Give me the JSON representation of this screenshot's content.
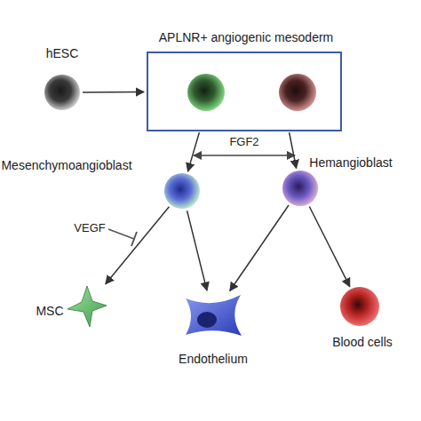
{
  "diagram": {
    "nodes": [
      {
        "text": [
          "hESC"
        ]
      },
      {
        "text": [
          "APLNR+ angiogenic mesoderm"
        ]
      },
      {
        "text": [
          "Mesenchymoangioblast"
        ]
      },
      {
        "text": [
          "Hemangioblast"
        ]
      },
      {
        "text": [
          "MSC"
        ]
      },
      {
        "text": [
          "Endothelium"
        ]
      },
      {
        "text": [
          "Blood cells"
        ]
      }
    ],
    "edges": [
      {
        "from": 0,
        "to": 1,
        "arrow": "to"
      },
      {
        "from": 1,
        "to": 2,
        "arrow": "to"
      },
      {
        "from": 1,
        "to": 3,
        "arrow": "to"
      },
      {
        "from": 2,
        "to": 4,
        "arrow": "to"
      },
      {
        "from": 2,
        "to": 5,
        "arrow": "to"
      },
      {
        "from": 3,
        "to": 5,
        "arrow": "to"
      },
      {
        "from": 3,
        "to": 6,
        "arrow": "to"
      }
    ],
    "labels": [
      "FGF2",
      "VEGF"
    ]
  }
}
